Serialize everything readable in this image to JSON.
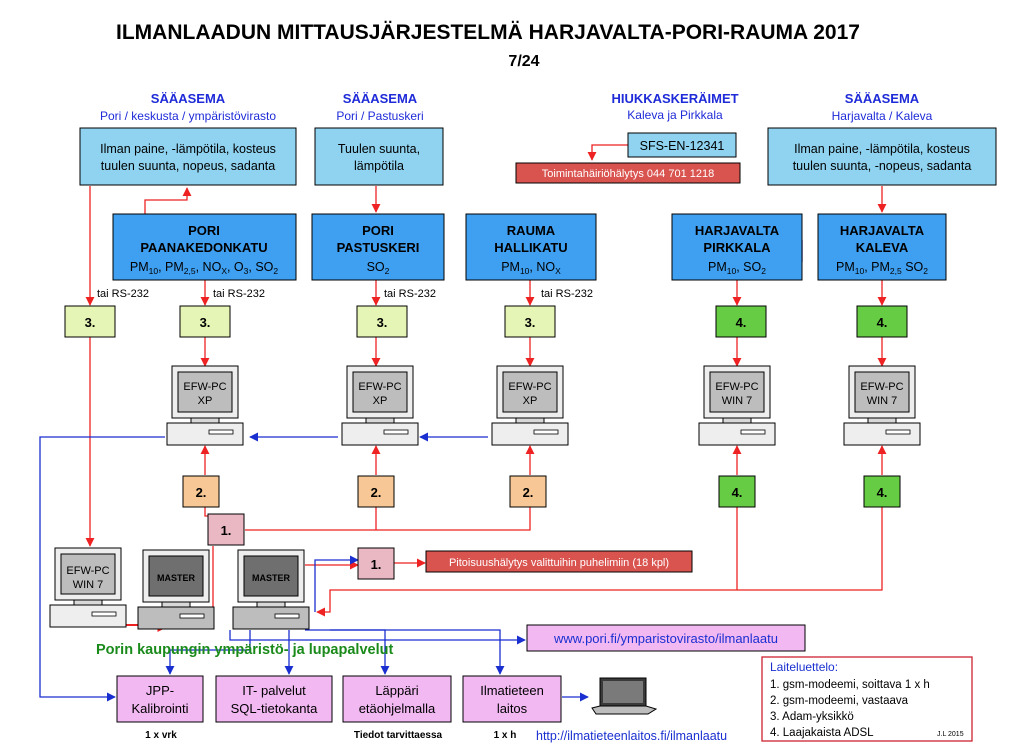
{
  "title": "ILMANLAADUN MITTAUSJÄRJESTELMÄ HARJAVALTA-PORI-RAUMA 2017",
  "subtitle": "7/24",
  "colors": {
    "station_fill": "#8fd3f0",
    "station_head": "#1f2bd8",
    "site_fill": "#3f9ff0",
    "adam_fill": "#e5f5b5",
    "adsl_fill": "#66cc44",
    "modem_answer_fill": "#f7c896",
    "modem_call_fill": "#e9b8c3",
    "alarm_fill": "#d9534f",
    "service_fill": "#f2b8f2",
    "red_line": "#ee2222",
    "blue_line": "#1a2fd0",
    "green_text": "#1a8a1a"
  },
  "weather_stations": [
    {
      "heading": "SÄÄASEMA",
      "place": "Pori / keskusta / ympäristövirasto",
      "line1": "Ilman paine, -lämpötila, kosteus",
      "line2": "tuulen suunta, nopeus, sadanta"
    },
    {
      "heading": "SÄÄASEMA",
      "place": "Pori / Pastuskeri",
      "line1": "Tuulen suunta,",
      "line2": "lämpötila"
    },
    {
      "heading": "SÄÄASEMA",
      "place": "Harjavalta / Kaleva",
      "line1": "Ilman paine, -lämpötila, kosteus",
      "line2": "tuulen suunta, -nopeus, sadanta"
    }
  ],
  "particle_collectors": {
    "heading": "HIUKKASKERÄIMET",
    "place": "Kaleva ja Pirkkala",
    "standard": "SFS-EN-12341",
    "alarm": "Toimintahäiriöhälytys 044 701 1218"
  },
  "sites": [
    {
      "name1": "PORI",
      "name2": "PAANAKEDONKATU",
      "m": [
        "PM",
        "10",
        ", PM",
        "2,5",
        ", NO",
        "X",
        ", O",
        "3",
        ", SO",
        "2"
      ]
    },
    {
      "name1": "PORI",
      "name2": "PASTUSKERI",
      "m": [
        "SO",
        "2"
      ]
    },
    {
      "name1": "RAUMA",
      "name2": "HALLIKATU",
      "m": [
        "PM",
        "10",
        ", NO",
        "X"
      ]
    },
    {
      "name1": "HARJAVALTA",
      "name2": "PIRKKALA",
      "m": [
        "PM",
        "10",
        ", SO",
        "2"
      ]
    },
    {
      "name1": "HARJAVALTA",
      "name2": "KALEVA",
      "m": [
        "PM",
        "10",
        ", PM",
        "2,5",
        " SO",
        "2"
      ]
    }
  ],
  "rs232_label": "tai RS-232",
  "node_labels": {
    "adam": "3.",
    "adsl": "4.",
    "answer": "2.",
    "call": "1."
  },
  "pcs": [
    {
      "l1": "EFW-PC",
      "l2": "XP"
    },
    {
      "l1": "EFW-PC",
      "l2": "XP"
    },
    {
      "l1": "EFW-PC",
      "l2": "XP"
    },
    {
      "l1": "EFW-PC",
      "l2": "WIN 7"
    },
    {
      "l1": "EFW-PC",
      "l2": "WIN 7"
    }
  ],
  "master_pc": {
    "l1": "EFW-PC",
    "l2": "WIN 7"
  },
  "master_label": "MASTER",
  "concentration_alarm": "Pitoisuushälytys valittuihin puhelimiin (18 kpl)",
  "web_link": "www.pori.fi/ymparistovirasto/ilmanlaatu",
  "org_label": "Porin kaupungin ympäristö- ja lupapalvelut",
  "services": [
    {
      "l1": "JPP-",
      "l2": "Kalibrointi",
      "freq": "1 x vrk"
    },
    {
      "l1": "IT- palvelut",
      "l2": "SQL-tietokanta",
      "freq": ""
    },
    {
      "l1": "Läppäri",
      "l2": "etäohjelmalla",
      "freq": "Tiedot tarvittaessa"
    },
    {
      "l1": "Ilmatieteen",
      "l2": "laitos",
      "freq": "1 x h"
    }
  ],
  "fmi_link": "http://ilmatieteenlaitos.fi/ilmanlaatu",
  "legend": {
    "title": "Laiteluettelo:",
    "items": [
      "1. gsm-modeemi, soittava 1 x h",
      "2. gsm-modeemi, vastaava",
      "3. Adam-yksikkö",
      "4. Laajakaista ADSL"
    ],
    "credit": "J.L 2015"
  }
}
